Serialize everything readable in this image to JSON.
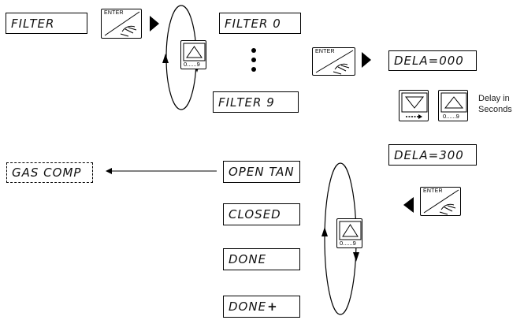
{
  "displays": {
    "filter": "FILTER",
    "filter_0": "FILTER 0",
    "filter_9": "FILTER 9",
    "dela_000": "DELA=000",
    "dela_300": "DELA=300",
    "gas_comp": "GAS COMP",
    "open_tan": "OPEN TAN",
    "closed": "CLOSED",
    "done": "DONE",
    "done_plus": "DONE",
    "done_plus_symbol": "+"
  },
  "keys": {
    "enter_label": "ENTER",
    "range_label": "0......9"
  },
  "notes": {
    "delay_line1": "Delay in",
    "delay_line2": "Seconds"
  },
  "colors": {
    "ink": "#000000",
    "background": "#ffffff"
  },
  "icons": [
    "enter-key-icon",
    "up-arrow-key-icon",
    "down-arrow-key-icon",
    "hand-icon",
    "play-triangle-icon",
    "cycle-loop-icon",
    "left-arrow-icon"
  ]
}
